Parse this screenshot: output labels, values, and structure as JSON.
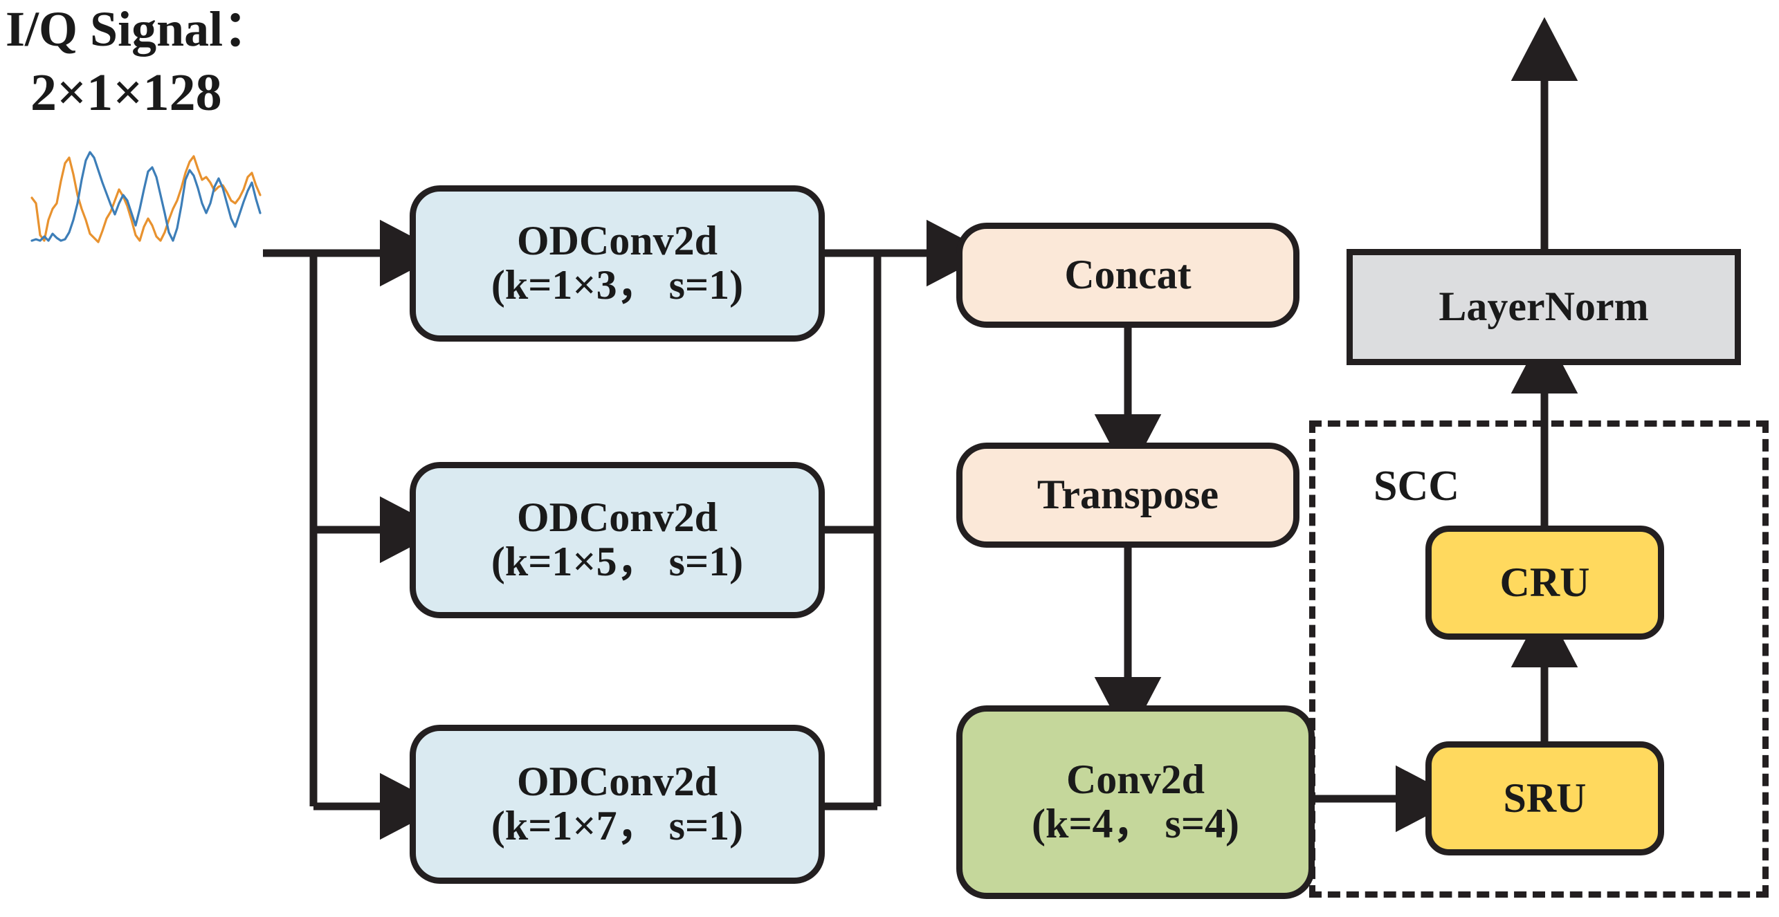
{
  "diagram": {
    "title_line1": "I/Q Signal：",
    "title_line2": "2×1×128",
    "input_plot": {
      "name": "iq-signal-waveform",
      "series": [
        {
          "name": "I",
          "color": "#3d7eb8"
        },
        {
          "name": "Q",
          "color": "#e8922f"
        }
      ]
    },
    "group": {
      "label": "SCC"
    },
    "nodes": [
      {
        "id": "odconv-1",
        "line1": "ODConv2d",
        "line2": "(k=1×3，  s=1)",
        "color": "#daeaf1"
      },
      {
        "id": "odconv-2",
        "line1": "ODConv2d",
        "line2": "(k=1×5，  s=1)",
        "color": "#daeaf1"
      },
      {
        "id": "odconv-3",
        "line1": "ODConv2d",
        "line2": "(k=1×7，  s=1)",
        "color": "#daeaf1"
      },
      {
        "id": "concat",
        "line1": "Concat",
        "line2": "",
        "color": "#fbe8d8"
      },
      {
        "id": "transpose",
        "line1": "Transpose",
        "line2": "",
        "color": "#fbe8d8"
      },
      {
        "id": "conv2d",
        "line1": "Conv2d",
        "line2": "(k=4，  s=4)",
        "color": "#c5d79b"
      },
      {
        "id": "layernorm",
        "line1": "LayerNorm",
        "line2": "",
        "color": "#dcdddf"
      },
      {
        "id": "cru",
        "line1": "CRU",
        "line2": "",
        "color": "#ffd95e"
      },
      {
        "id": "sru",
        "line1": "SRU",
        "line2": "",
        "color": "#ffd95e"
      }
    ],
    "edges": [
      {
        "from": "input",
        "to": "odconv-1"
      },
      {
        "from": "input",
        "to": "odconv-2"
      },
      {
        "from": "input",
        "to": "odconv-3"
      },
      {
        "from": "odconv-1",
        "to": "concat"
      },
      {
        "from": "odconv-2",
        "to": "concat"
      },
      {
        "from": "odconv-3",
        "to": "concat"
      },
      {
        "from": "concat",
        "to": "transpose"
      },
      {
        "from": "transpose",
        "to": "conv2d"
      },
      {
        "from": "conv2d",
        "to": "sru"
      },
      {
        "from": "sru",
        "to": "cru"
      },
      {
        "from": "cru",
        "to": "layernorm"
      },
      {
        "from": "layernorm",
        "to": "output"
      }
    ],
    "colors": {
      "stroke": "#231f20",
      "background": "#ffffff"
    }
  }
}
